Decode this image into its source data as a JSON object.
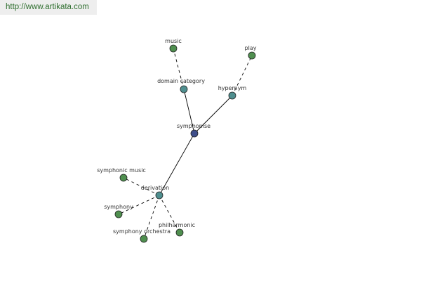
{
  "header": {
    "url": "http://www.artikata.com"
  },
  "colors": {
    "center": "#3f4f8a",
    "relation": "#4f8f8f",
    "leaf": "#4f8f4f",
    "stroke": "#222222",
    "edge": "#000000"
  },
  "graph": {
    "center": {
      "id": "symphonise",
      "label": "symphonise"
    },
    "nodes": [
      {
        "id": "domain-category",
        "label": "domain category",
        "kind": "relation"
      },
      {
        "id": "hypernym",
        "label": "hypernym",
        "kind": "relation"
      },
      {
        "id": "derivation",
        "label": "derivation",
        "kind": "relation"
      },
      {
        "id": "music",
        "label": "music",
        "kind": "leaf"
      },
      {
        "id": "play",
        "label": "play",
        "kind": "leaf"
      },
      {
        "id": "symphonic-music",
        "label": "symphonic music",
        "kind": "leaf"
      },
      {
        "id": "symphony",
        "label": "symphony",
        "kind": "leaf"
      },
      {
        "id": "symphony-orchestra",
        "label": "symphony orchestra",
        "kind": "leaf"
      },
      {
        "id": "philharmonic",
        "label": "philharmonic",
        "kind": "leaf"
      }
    ],
    "edges": [
      {
        "from": "symphonise",
        "to": "domain-category",
        "style": "solid"
      },
      {
        "from": "symphonise",
        "to": "hypernym",
        "style": "solid"
      },
      {
        "from": "symphonise",
        "to": "derivation",
        "style": "solid"
      },
      {
        "from": "domain-category",
        "to": "music",
        "style": "dashed"
      },
      {
        "from": "hypernym",
        "to": "play",
        "style": "dashed"
      },
      {
        "from": "derivation",
        "to": "symphonic-music",
        "style": "dashed"
      },
      {
        "from": "derivation",
        "to": "symphony",
        "style": "dashed"
      },
      {
        "from": "derivation",
        "to": "symphony-orchestra",
        "style": "dashed"
      },
      {
        "from": "derivation",
        "to": "philharmonic",
        "style": "dashed"
      }
    ]
  }
}
